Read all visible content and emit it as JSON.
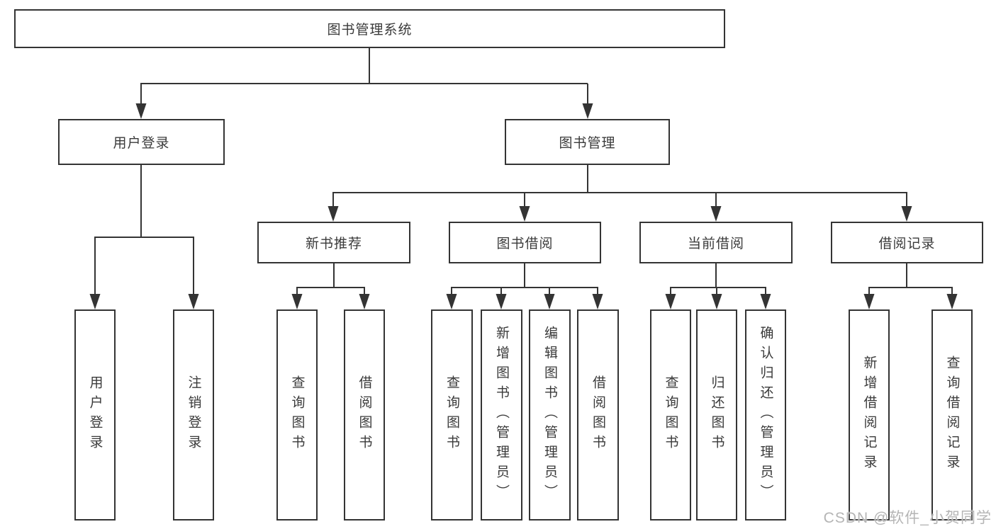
{
  "colors": {
    "line": "#343434",
    "text": "#3a3a3a",
    "box_background": "#ffffff",
    "watermark": "#b5b5b5"
  },
  "watermark": {
    "text": "CSDN @软件_小贺同学"
  },
  "nodes": {
    "root": "图书管理系统",
    "user_login": "用户登录",
    "book_mgmt": "图书管理",
    "new_book_rec": "新书推荐",
    "book_borrow": "图书借阅",
    "current_borrow": "当前借阅",
    "borrow_record": "借阅记录",
    "leaf_user_login": "用户登录",
    "leaf_logout": "注销登录",
    "leaf_query_book_1": "查询图书",
    "leaf_borrow_book_1": "借阅图书",
    "leaf_query_book_2": "查询图书",
    "leaf_add_book": "新增图书（管理员）",
    "leaf_edit_book": "编辑图书（管理员）",
    "leaf_borrow_book_2": "借阅图书",
    "leaf_query_book_3": "查询图书",
    "leaf_return_book": "归还图书",
    "leaf_confirm_return": "确认归还（管理员）",
    "leaf_add_borrow_record": "新增借阅记录",
    "leaf_query_borrow_record": "查询借阅记录"
  }
}
